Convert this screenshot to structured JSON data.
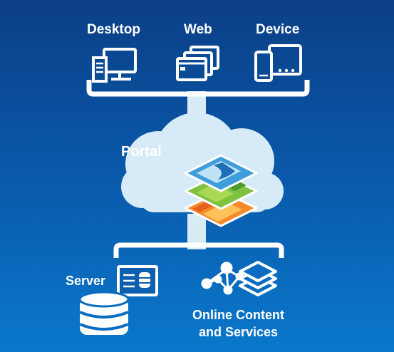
{
  "clients": {
    "desktop_label": "Desktop",
    "web_label": "Web",
    "device_label": "Device"
  },
  "portal": {
    "label": "Portal"
  },
  "server": {
    "label": "Server"
  },
  "online": {
    "line1": "Online Content",
    "line2": "and Services"
  },
  "icons": {
    "desktop": "desktop-computer-icon",
    "web": "web-browser-windows-icon",
    "device": "phone-tablet-icon",
    "cloud": "cloud-icon",
    "portal": "map-layers-icon",
    "server_panel": "server-panel-icon",
    "database": "database-icon",
    "network": "network-nodes-icon",
    "online_layers": "stacked-layers-icon"
  },
  "colors": {
    "background_top": "#0b3f86",
    "background_bottom": "#0a78cc",
    "cloud": "#d6ebf7",
    "connector": "#d9ecf6",
    "text": "#ffffff",
    "layer_blue": "#3e9ddb",
    "layer_green": "#7fc241",
    "layer_orange": "#f58a2a"
  }
}
